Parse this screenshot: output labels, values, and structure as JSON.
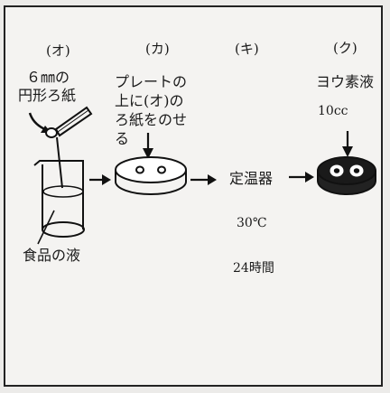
{
  "steps": [
    {
      "label": "(オ)"
    },
    {
      "label": "(カ)"
    },
    {
      "label": "(キ)"
    },
    {
      "label": "(ク)"
    }
  ],
  "paper_note": [
    "６㎜の",
    "円形ろ紙"
  ],
  "food_liquid": "食品の液",
  "plate_note": [
    "プレートの",
    "上に(オ)の",
    "ろ紙をのせ",
    "る"
  ],
  "incubator": {
    "name": "定温器",
    "temperature": "30℃",
    "duration": "24時間"
  },
  "iodine": {
    "name": "ヨウ素液",
    "volume": "10cc"
  }
}
